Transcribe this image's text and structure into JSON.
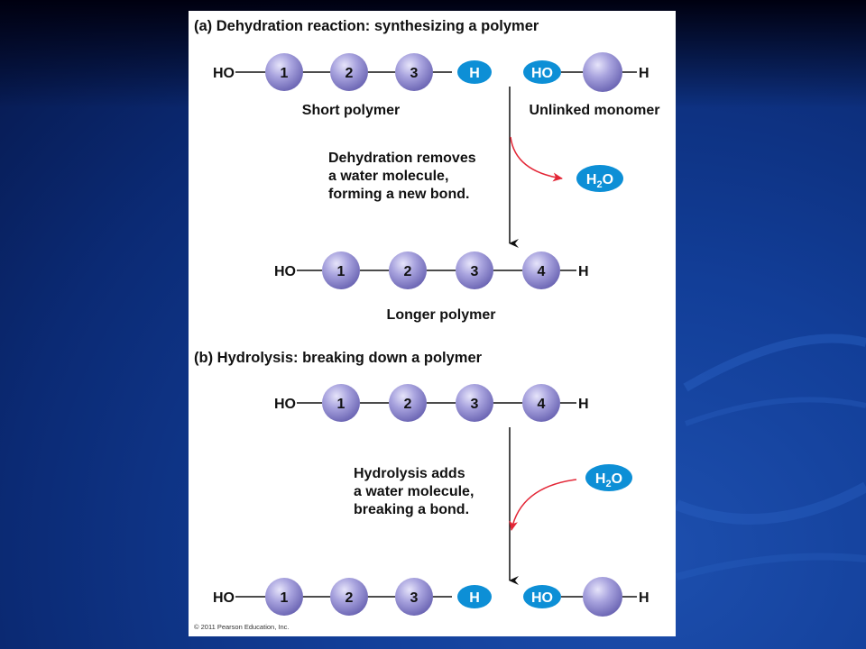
{
  "colors": {
    "monomer": "#9b96d6",
    "blue_group": "#0d8fd6",
    "arrow": "#111111",
    "water_arrow": "#e32636",
    "slide_bg": "#123e98"
  },
  "section_a": {
    "title": "(a) Dehydration reaction: synthesizing a polymer",
    "short_polymer": {
      "left": "HO",
      "monomers": [
        "1",
        "2",
        "3"
      ],
      "end": "H",
      "label": "Short polymer"
    },
    "monomer": {
      "left": "HO",
      "right": "H",
      "label": "Unlinked monomer"
    },
    "caption": [
      "Dehydration removes",
      "a water molecule,",
      "forming a new bond."
    ],
    "water": "H2O",
    "longer_polymer": {
      "left": "HO",
      "monomers": [
        "1",
        "2",
        "3",
        "4"
      ],
      "right": "H",
      "label": "Longer polymer"
    }
  },
  "section_b": {
    "title": "(b) Hydrolysis: breaking down a polymer",
    "polymer": {
      "left": "HO",
      "monomers": [
        "1",
        "2",
        "3",
        "4"
      ],
      "right": "H"
    },
    "caption": [
      "Hydrolysis adds",
      "a water molecule,",
      "breaking a bond."
    ],
    "water": "H2O",
    "product_polymer": {
      "left": "HO",
      "monomers": [
        "1",
        "2",
        "3"
      ],
      "end": "H"
    },
    "product_monomer": {
      "left": "HO",
      "right": "H"
    }
  },
  "copyright": "© 2011 Pearson Education, Inc."
}
